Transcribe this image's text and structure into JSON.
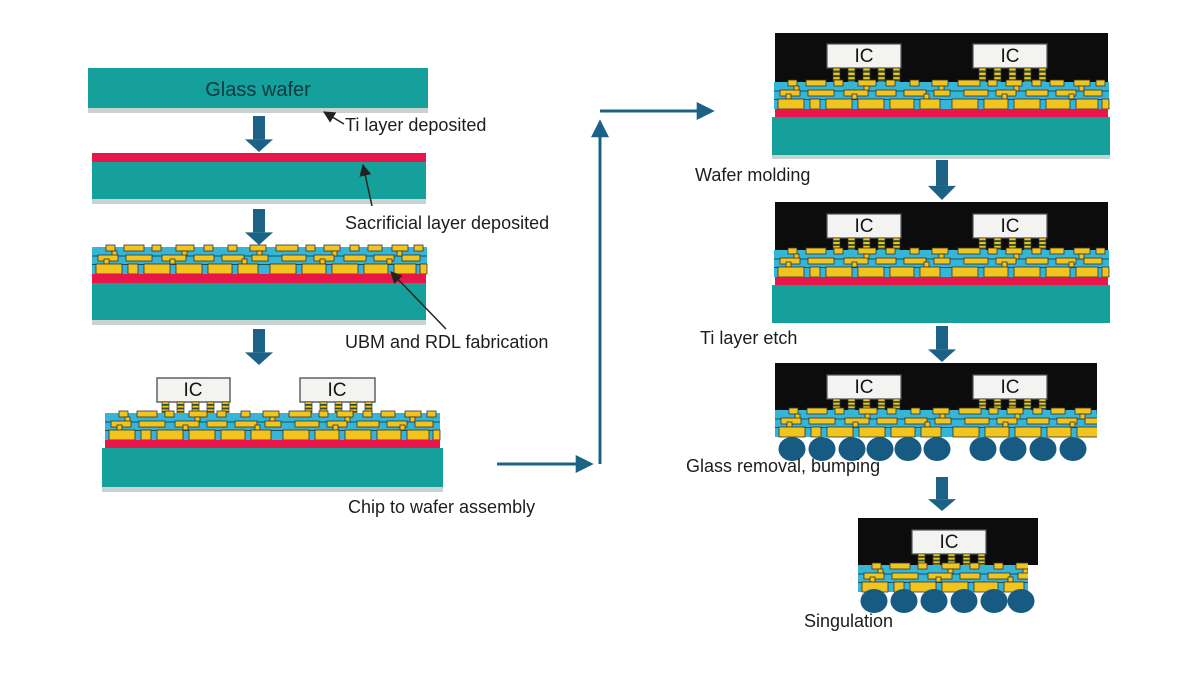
{
  "diagram": {
    "type": "process-flow",
    "subject": "Fan-out wafer-level packaging process",
    "flow_order": [
      "Glass wafer",
      "Ti layer deposited",
      "Sacrificial layer deposited",
      "UBM and RDL fabrication",
      "Chip to wafer assembly",
      "Wafer molding",
      "Ti layer etch",
      "Glass removal, bumping",
      "Singulation"
    ]
  },
  "labels": {
    "glass_wafer": "Glass wafer",
    "ti_deposited": "Ti layer deposited",
    "sacrificial_deposited": "Sacrificial layer deposited",
    "ubm_rdl": "UBM and RDL fabrication",
    "chip_to_wafer": "Chip to wafer assembly",
    "wafer_molding": "Wafer molding",
    "ti_etch": "Ti layer etch",
    "glass_removal_bumping": "Glass removal, bumping",
    "singulation": "Singulation",
    "ic": "IC"
  },
  "colors": {
    "teal": "#16a09c",
    "glass-text": "#0c3a43",
    "ti-gray": "#c8d3d1",
    "sacrificial-red": "#e9164a",
    "rdl-cyan": "#36b5d7",
    "rdl-line": "#15525e",
    "trace-yellow": "#f1c51e",
    "trace-outline": "#333333",
    "mold-black": "#0c0c0c",
    "ic-fill": "#f3f3f1",
    "ic-border": "#55565a",
    "bump-blue": "#175a82",
    "flow-arrow": "#1b6286",
    "label-text": "#1d1d1d"
  }
}
